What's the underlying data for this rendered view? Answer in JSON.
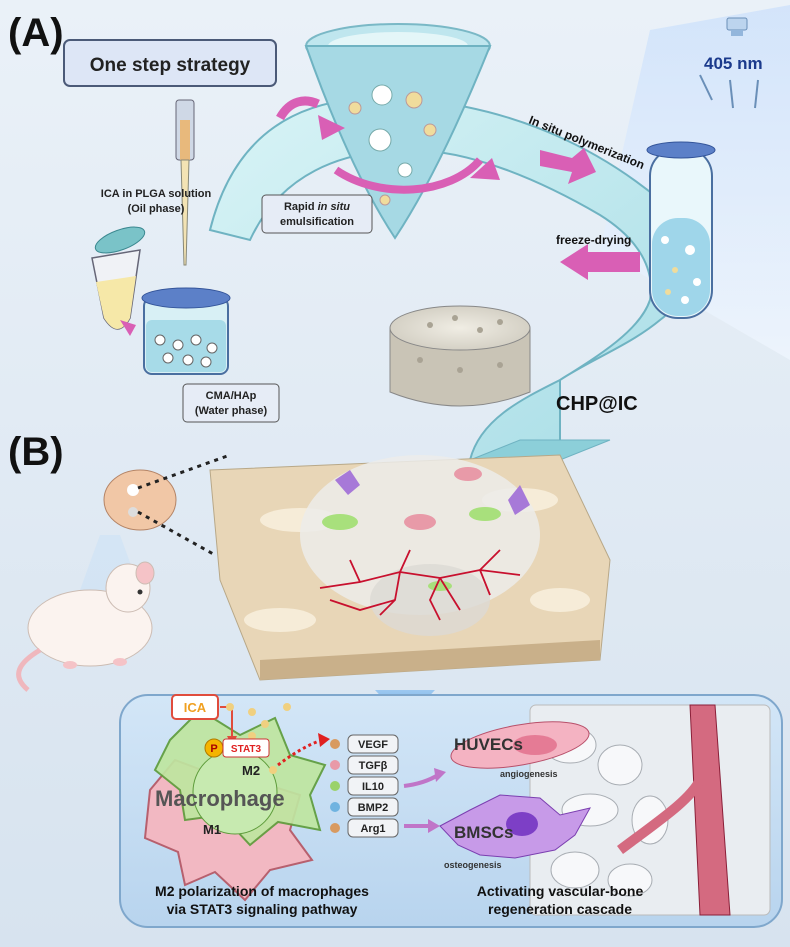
{
  "panel_a": {
    "label": "(A)",
    "strategy": "One step strategy",
    "light": "405 nm",
    "oil_phase": [
      "ICA in PLGA solution",
      "(Oil phase)"
    ],
    "water_phase": [
      "CMA/HAp",
      "(Water phase)"
    ],
    "emulsification": {
      "line1a": "Rapid ",
      "line1b": "in situ",
      "line2": "emulsification"
    },
    "polymerization": "In situ polymerization",
    "freeze": "freeze-drying",
    "product": "CHP@IC"
  },
  "panel_b": {
    "label": "(B)",
    "ica": "ICA",
    "p": "P",
    "stat3": "STAT3",
    "m2": "M2",
    "m1": "M1",
    "macrophage": "Macrophage",
    "cytokines": [
      "VEGF",
      "TGFβ",
      "IL10",
      "BMP2",
      "Arg1"
    ],
    "huvecs": "HUVECs",
    "angiogenesis": "angiogenesis",
    "bmscs": "BMSCs",
    "osteogenesis": "osteogenesis",
    "caption_left": [
      "M2 polarization of macrophages",
      "via STAT3 signaling pathway"
    ],
    "caption_right": [
      "Activating vascular-bone",
      "regeneration cascade"
    ]
  },
  "colors": {
    "ribbon": "#bfe9ef",
    "ribbon_edge": "#6fb3c2",
    "arrow": "#d95fb5",
    "scaffold": "#e6d2b0",
    "m2_cell": "#bfe6a0",
    "m1_cell": "#f2b8c2",
    "vessel": "#c8102e",
    "accent_blue": "#1b3a8c"
  }
}
